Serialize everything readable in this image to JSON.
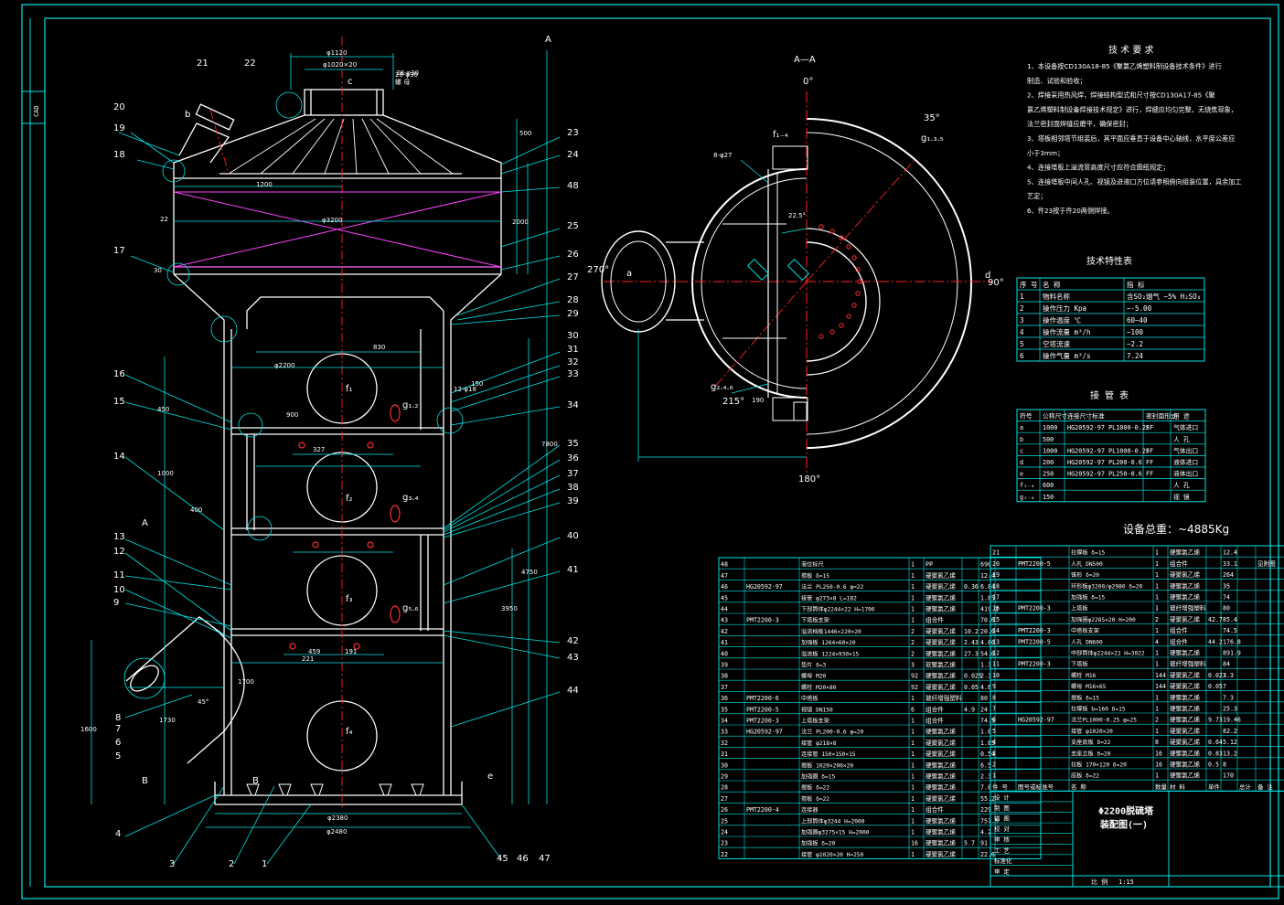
{
  "drawing": {
    "side_stamp": "CAD",
    "section_label": "A—A",
    "arrow_labels": [
      "A",
      "A",
      "B",
      "B"
    ],
    "tech_req": {
      "title": "技 术 要 求",
      "lines": [
        "1、本设备按CD130A18-85《聚氯乙烯塑料制设备技术条件》进行",
        "    制造、试验和验收；",
        "2、焊接采用热风焊，焊接结构型式和尺寸按CD130A17-85《聚",
        "    氯乙烯塑料制设备焊接技术规定》进行，焊缝应均匀完整，无烧焦现象，",
        "    法兰密封面焊缝应磨平，确保密封；",
        "3、塔板相邻塔节组装后，其平面应垂直于设备中心轴线，水平度公差应",
        "    小于3mm；",
        "4、连接塔板上溢流管高度尺寸应符合图纸规定；",
        "5、连接塔板中间人孔、视镜及进液口方位请参照俯向组装位置，具余加工",
        "    艺定；",
        "6、件23按于件20两侧焊接。"
      ]
    },
    "char_table": {
      "title": "技术特性表",
      "headers": [
        "序 号",
        "名  称",
        "指  标"
      ],
      "rows": [
        [
          "1",
          "物料名称",
          "含SO₂烟气 ~5% H₂SO₄"
        ],
        [
          "2",
          "操作压力 Kpa",
          "~-5.00"
        ],
        [
          "3",
          "操作温度 ℃",
          "60~40"
        ],
        [
          "4",
          "操作流量 m³/h",
          "~100"
        ],
        [
          "5",
          "空塔流速",
          "~2.2"
        ],
        [
          "6",
          "操作气量 m³/s",
          "7.24"
        ]
      ]
    },
    "nozzle_table": {
      "title": "接 管 表",
      "headers": [
        "符号",
        "公称尺寸",
        "连接尺寸标准",
        "密封面形式",
        "用 途"
      ],
      "rows": [
        [
          "a",
          "1000",
          "HG20592-97 PL1000-0.25",
          "FF",
          "气体进口"
        ],
        [
          "b",
          "500",
          "",
          "",
          "人 孔"
        ],
        [
          "c",
          "1000",
          "HG20592-97 PL1000-0.25",
          "FF",
          "气体出口"
        ],
        [
          "d",
          "200",
          "HG20592-97 PL200-0.6",
          "FF",
          "液体进口"
        ],
        [
          "e",
          "250",
          "HG20592-97 PL250-0.6",
          "FF",
          "液体出口"
        ],
        [
          "f₁₋₄",
          "600",
          "",
          "",
          "人 孔"
        ],
        [
          "g₁₋₆",
          "150",
          "",
          "",
          "视 镜"
        ]
      ]
    },
    "weight": "设备总重：~4885Kg",
    "bom_left": [
      [
        "48",
        "",
        "液位标尺",
        "1",
        "PP",
        "",
        "690",
        ""
      ],
      [
        "47",
        "",
        "搅板  δ=15",
        "1",
        "硬聚氯乙烯",
        "",
        "12.4",
        ""
      ],
      [
        "46",
        "HG20592-97",
        "法兰 PL250-0.6 φ=22",
        "1",
        "硬聚氯乙烯",
        "0.36",
        "6.84",
        ""
      ],
      [
        "45",
        "",
        "接管 φ273×8 L=182",
        "1",
        "硬聚氯乙烯",
        "",
        "1.85",
        ""
      ],
      [
        "44",
        "",
        "下部筒体φ2244×22 H=1706",
        "1",
        "硬聚氯乙烯",
        "",
        "419.2",
        ""
      ],
      [
        "43",
        "PMT2200-3",
        "下塔板支架",
        "1",
        "组合件",
        "",
        "70.6",
        ""
      ],
      [
        "42",
        "",
        "溢流档板1446×220×20",
        "2",
        "硬聚氯乙烯",
        "10.2",
        "20.6",
        ""
      ],
      [
        "41",
        "",
        "加强板 1264×60×20",
        "2",
        "硬聚氯乙烯",
        "2.43",
        "4.86",
        ""
      ],
      [
        "40",
        "",
        "溢流板 1224×930×15",
        "2",
        "硬聚氯乙烯",
        "27.3",
        "54.6",
        ""
      ],
      [
        "39",
        "",
        "垫片  δ=3",
        "3",
        "软聚氯乙烯",
        "",
        "1.3",
        ""
      ],
      [
        "38",
        "",
        "螺母 M20",
        "92",
        "硬聚氯乙烯",
        "0.025",
        "2.3",
        ""
      ],
      [
        "37",
        "",
        "螺栓 M20×80",
        "92",
        "硬聚氯乙烯",
        "0.05",
        "4.6",
        ""
      ],
      [
        "36",
        "PMT2200-6",
        "中塔板",
        "1",
        "玻纤增强塑料",
        "",
        "80",
        ""
      ],
      [
        "35",
        "PMT2200-5",
        "视镜   DN150",
        "6",
        "组合件",
        "4.9",
        "24",
        ""
      ],
      [
        "34",
        "PMT2200-3",
        "上塔板支架",
        "1",
        "组合件",
        "",
        "74.5",
        ""
      ],
      [
        "33",
        "HG20592-97",
        "法兰 PL200-0.6 φ=20",
        "1",
        "硬聚氯乙烯",
        "",
        "1.8",
        ""
      ],
      [
        "32",
        "",
        "接管 φ218×8",
        "1",
        "硬聚氯乙烯",
        "",
        "1.85",
        ""
      ],
      [
        "31",
        "",
        "连接管 150×150×15",
        "1",
        "硬聚氯乙烯",
        "",
        "0.54",
        ""
      ],
      [
        "30",
        "",
        "搅板 1020×200×20",
        "1",
        "硬聚氯乙烯",
        "",
        "6.5",
        ""
      ],
      [
        "29",
        "",
        "加强圈  δ=15",
        "1",
        "硬聚氯乙烯",
        "",
        "2.3",
        ""
      ],
      [
        "28",
        "",
        "搅板   δ=22",
        "1",
        "硬聚氯乙烯",
        "",
        "7.8",
        ""
      ],
      [
        "27",
        "",
        "搅板   δ=22",
        "1",
        "硬聚氯乙烯",
        "",
        "55.2",
        ""
      ],
      [
        "26",
        "PMT2200-4",
        "连接器",
        "1",
        "组合件",
        "",
        "229",
        ""
      ],
      [
        "25",
        "",
        "上部筒体φ3244 H=2000",
        "1",
        "硬聚氯乙烯",
        "",
        "757.5",
        ""
      ],
      [
        "24",
        "",
        "加强圈φ3275×15 H=2000",
        "1",
        "硬聚氯乙烯",
        "",
        "4.2",
        ""
      ],
      [
        "23",
        "",
        "加强板  δ=20",
        "16",
        "硬聚氯乙烯",
        "5.7",
        "91",
        ""
      ],
      [
        "22",
        "",
        "接管 φ1020×20 H=250",
        "1",
        "硬聚氯乙烯",
        "",
        "22.6",
        ""
      ]
    ],
    "bom_right": [
      [
        "21",
        "",
        "拉撑板  δ=15",
        "1",
        "硬聚氯乙烯",
        "",
        "12.4",
        "",
        ""
      ],
      [
        "20",
        "PMT2200-5",
        "人孔   DN500",
        "1",
        "组合件",
        "",
        "33.1",
        "",
        "见附图"
      ],
      [
        "19",
        "",
        "锥形 δ=20",
        "1",
        "硬聚氯乙烯",
        "",
        "264",
        "",
        ""
      ],
      [
        "18",
        "",
        "环形板φ3200/φ2980 δ=20",
        "1",
        "硬聚氯乙烯",
        "",
        "35",
        "",
        ""
      ],
      [
        "17",
        "",
        "加强板  δ=15",
        "1",
        "硬聚氯乙烯",
        "",
        "74",
        "",
        ""
      ],
      [
        "16",
        "PMT2200-3",
        "上塔板",
        "1",
        "玻纤增强塑料",
        "",
        "80",
        "",
        ""
      ],
      [
        "15",
        "",
        "加强圈φ2285×20 H=200",
        "2",
        "硬聚氯乙烯",
        "42.7",
        "85.4",
        "",
        ""
      ],
      [
        "14",
        "PMT2200-3",
        "中塔板支架",
        "1",
        "组合件",
        "",
        "74.5",
        "",
        ""
      ],
      [
        "13",
        "PMT2200-5",
        "人孔   DN600",
        "4",
        "组合件",
        "44.2",
        "176.8",
        "",
        ""
      ],
      [
        "12",
        "",
        "中部筒体φ2244×22 H=3022",
        "1",
        "硬聚氯乙烯",
        "",
        "891.9",
        "",
        ""
      ],
      [
        "11",
        "PMT2200-3",
        "下塔板",
        "1",
        "玻纤增强塑料",
        "",
        "84",
        "",
        ""
      ],
      [
        "10",
        "",
        "螺栓 M16",
        "144",
        "硬聚氯乙烯",
        "0.023",
        "3.3",
        "",
        ""
      ],
      [
        "9",
        "",
        "螺母 M16×65",
        "144",
        "硬聚氯乙烯",
        "0.05",
        "7",
        "",
        ""
      ],
      [
        "8",
        "",
        "搅板  δ=15",
        "1",
        "硬聚氯乙烯",
        "",
        "7.3",
        "",
        ""
      ],
      [
        "7",
        "",
        "拉撑板 b=160 δ=15",
        "1",
        "硬聚氯乙烯",
        "",
        "25.3",
        "",
        ""
      ],
      [
        "6",
        "HG20592-97",
        "法兰PL1000-0.25 φ=25",
        "2",
        "硬聚氯乙烯",
        "9.73",
        "19.46",
        "",
        ""
      ],
      [
        "5",
        "",
        "接管 φ1020×20",
        "1",
        "硬聚氯乙烯",
        "",
        "82.2",
        "",
        ""
      ],
      [
        "4",
        "",
        "支座底板 δ=22",
        "8",
        "硬聚氯乙烯",
        "0.64",
        "5.12",
        "",
        ""
      ],
      [
        "3",
        "",
        "支座立板 δ=20",
        "16",
        "硬聚氯乙烯",
        "0.83",
        "13.2",
        "",
        ""
      ],
      [
        "2",
        "",
        "拉板 170×120 δ=20",
        "16",
        "硬聚氯乙烯",
        "0.5",
        "8",
        "",
        ""
      ],
      [
        "1",
        "",
        "底板   δ=22",
        "1",
        "硬聚氯乙烯",
        "",
        "170",
        "",
        ""
      ]
    ],
    "bom_header": [
      "件 号",
      "图号或标准号",
      "名  称",
      "数量",
      "材 料",
      "单件",
      "总计",
      "备 注"
    ],
    "title_block": {
      "title_line1": "Φ2200脱硫塔",
      "title_line2": "装配图(一)",
      "scale_label": "比 例",
      "scale": "1:15",
      "fields": [
        "设 计",
        "制 图",
        "描 图",
        "校 对",
        "审 核",
        "工 艺",
        "标准化",
        "审 定"
      ]
    },
    "dims": [
      "φ1120",
      "φ1020×20",
      "c",
      "28-φ30",
      "螺 母",
      "φ3200",
      "1200",
      "22",
      "2000",
      "500",
      "30",
      "φ2200",
      "830",
      "900",
      "327",
      "221",
      "1000",
      "450",
      "400",
      "150",
      "φ2380",
      "φ2480",
      "1700",
      "1600",
      "7800",
      "4750",
      "3950",
      "45°",
      "0°",
      "90°",
      "180°",
      "270°",
      "35°",
      "215°",
      "22.5°",
      "d",
      "a",
      "b",
      "e",
      "f₁",
      "f₂",
      "f₃",
      "f₄",
      "g₁.₂",
      "g₃.₄",
      "g₅.₆",
      "f₁₋₄",
      "g₁.₃.₅",
      "g₂.₄.₆",
      "8-φ27",
      "12-φ18",
      "28-φ30",
      "459",
      "191",
      "1730",
      "190"
    ]
  }
}
